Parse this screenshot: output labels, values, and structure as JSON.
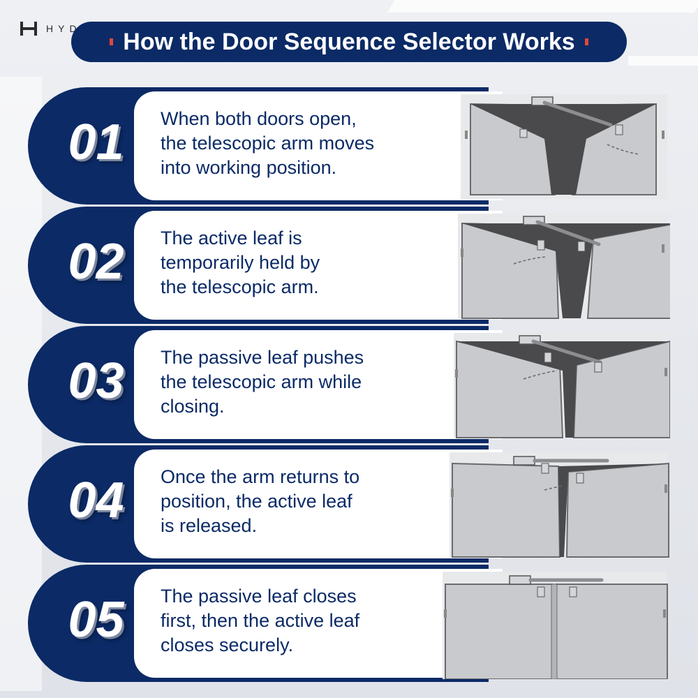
{
  "brand": {
    "name": "HYDE"
  },
  "title": "How the Door Sequence Selector Works",
  "colors": {
    "navy": "#0b2a66",
    "accent": "#e2473a",
    "door": "#c9cacd",
    "gap": "#4a4a4c"
  },
  "steps": [
    {
      "num": "01",
      "text": "When both doors open,\nthe telescopic arm moves\ninto working position.",
      "icon": "doors-open-icon"
    },
    {
      "num": "02",
      "text": "The active leaf is\ntemporarily held by\nthe telescopic arm.",
      "icon": "active-leaf-held-icon"
    },
    {
      "num": "03",
      "text": "The passive leaf pushes\nthe telescopic arm while\nclosing.",
      "icon": "passive-leaf-pushing-icon"
    },
    {
      "num": "04",
      "text": "Once the arm returns to\nposition, the active leaf\nis released.",
      "icon": "arm-returned-icon"
    },
    {
      "num": "05",
      "text": "The passive leaf closes\nfirst, then the active leaf\ncloses securely.",
      "icon": "doors-closed-icon"
    }
  ]
}
